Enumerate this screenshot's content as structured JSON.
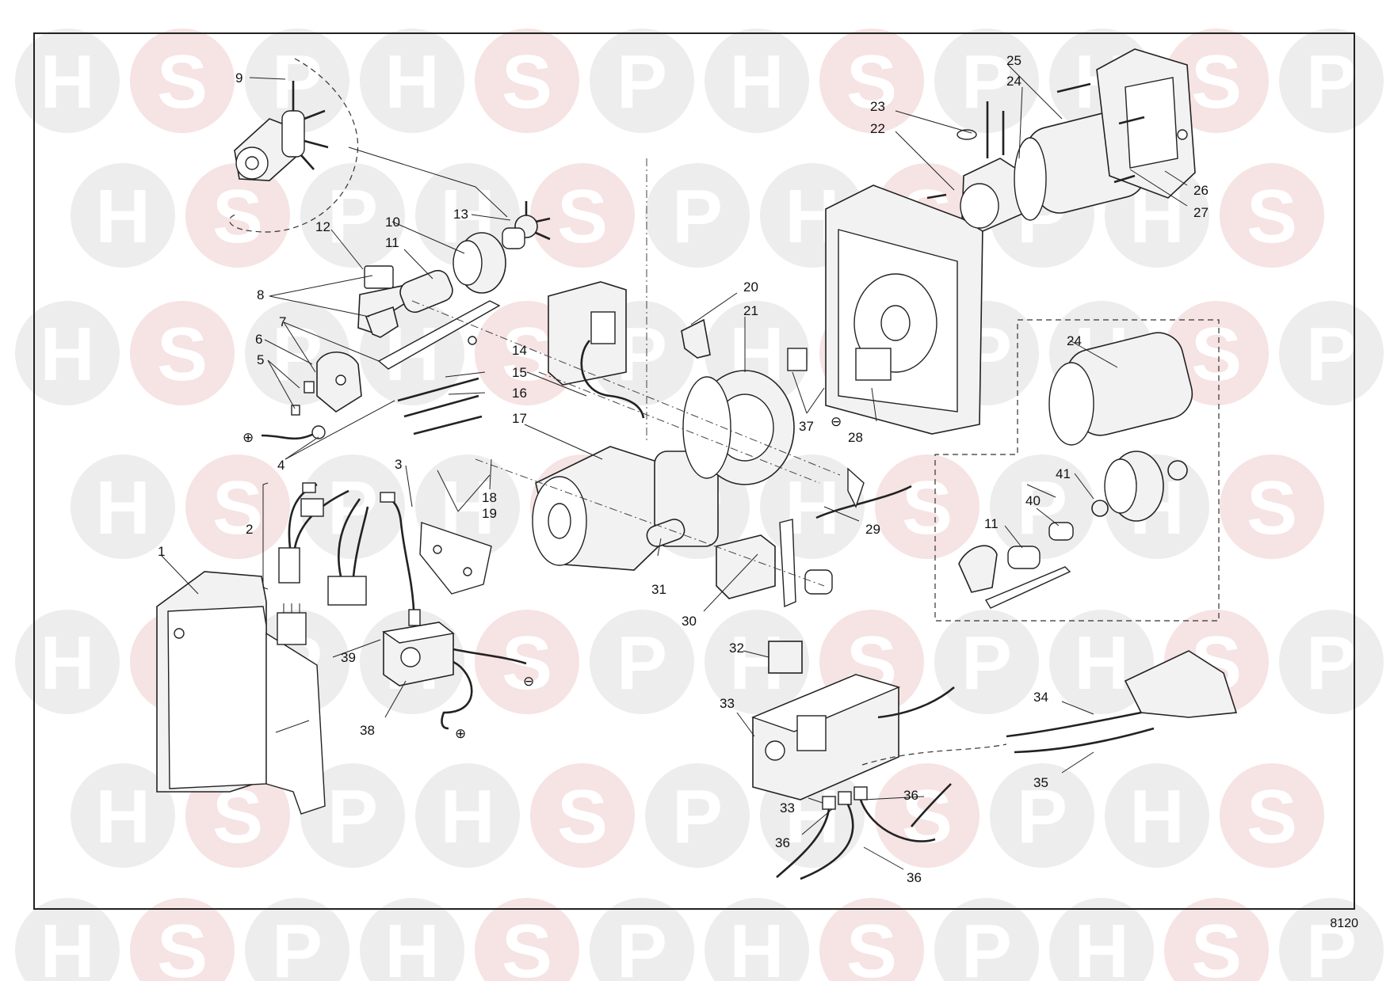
{
  "watermark": {
    "letters": [
      "H",
      "S",
      "P"
    ],
    "circle_color": "#ededed",
    "s_circle_color": "#f6e3e3",
    "letter_color": "#ffffff"
  },
  "reference": "8120",
  "symbols": {
    "plus": "⊕",
    "minus": "⊖"
  },
  "callouts": {
    "c1": "1",
    "c2": "2",
    "c3": "3",
    "c4": "4",
    "c5": "5",
    "c6": "6",
    "c7": "7",
    "c8": "8",
    "c9": "9",
    "c10": "10",
    "c11a": "11",
    "c11b": "11",
    "c12": "12",
    "c13": "13",
    "c14": "14",
    "c15": "15",
    "c16": "16",
    "c17": "17",
    "c18": "18",
    "c19": "19",
    "c20": "20",
    "c21": "21",
    "c22": "22",
    "c23": "23",
    "c24a": "24",
    "c24b": "24",
    "c25": "25",
    "c26": "26",
    "c27": "27",
    "c28": "28",
    "c29": "29",
    "c30": "30",
    "c31": "31",
    "c32": "32",
    "c33a": "33",
    "c33b": "33",
    "c34": "34",
    "c35": "35",
    "c36a": "36",
    "c36b": "36",
    "c36c": "36",
    "c37": "37",
    "c38": "38",
    "c39": "39",
    "c40": "40",
    "c41": "41"
  }
}
